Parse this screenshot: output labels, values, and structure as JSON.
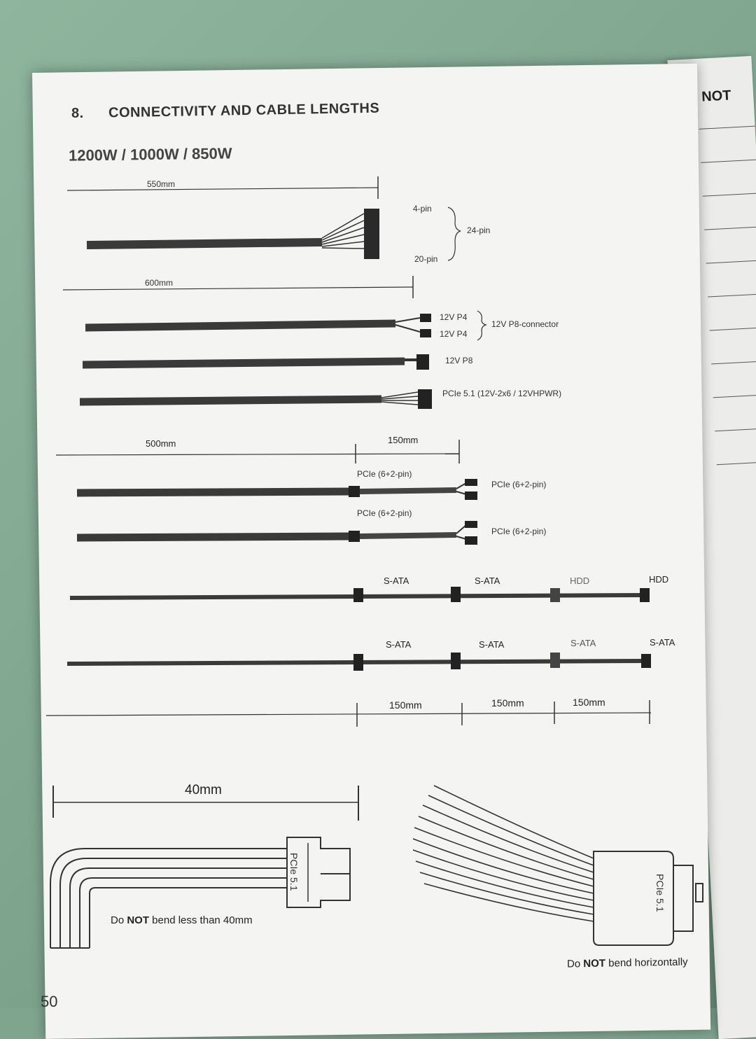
{
  "right_page": {
    "heading": "NOT"
  },
  "section": {
    "number": "8.",
    "title": "CONNECTIVITY AND CABLE LENGTHS"
  },
  "models": "1200W / 1000W / 850W",
  "dimensions": {
    "d550": "550mm",
    "d600": "600mm",
    "d500": "500mm",
    "d150a": "150mm",
    "d150b": "150mm",
    "d150c": "150mm",
    "d150d": "150mm",
    "d40": "40mm"
  },
  "connectors": {
    "pin4": "4-pin",
    "pin24": "24-pin",
    "pin20": "20-pin",
    "p4a": "12V P4",
    "p4b": "12V P4",
    "p8conn": "12V P8-connector",
    "p8": "12V P8",
    "pcie51": "PCIe 5.1 (12V-2x6 / 12VHPWR)",
    "pcie_a_mid": "PCIe (6+2-pin)",
    "pcie_a_end": "PCIe (6+2-pin)",
    "pcie_b_mid": "PCIe (6+2-pin)",
    "pcie_b_end": "PCIe (6+2-pin)",
    "sata1a": "S-ATA",
    "sata1b": "S-ATA",
    "hdd1": "HDD",
    "hdd2": "HDD",
    "sata2a": "S-ATA",
    "sata2b": "S-ATA",
    "sata2c": "S-ATA",
    "sata2d": "S-ATA"
  },
  "bend_notes": {
    "left_pre": "Do ",
    "left_bold": "NOT",
    "left_post": " bend less than 40mm",
    "right_pre": "Do ",
    "right_bold": "NOT",
    "right_post": " bend horizontally",
    "plug_label_left": "PCIe 5.1",
    "plug_label_right": "PCIe 5.1"
  },
  "page_number": "50"
}
